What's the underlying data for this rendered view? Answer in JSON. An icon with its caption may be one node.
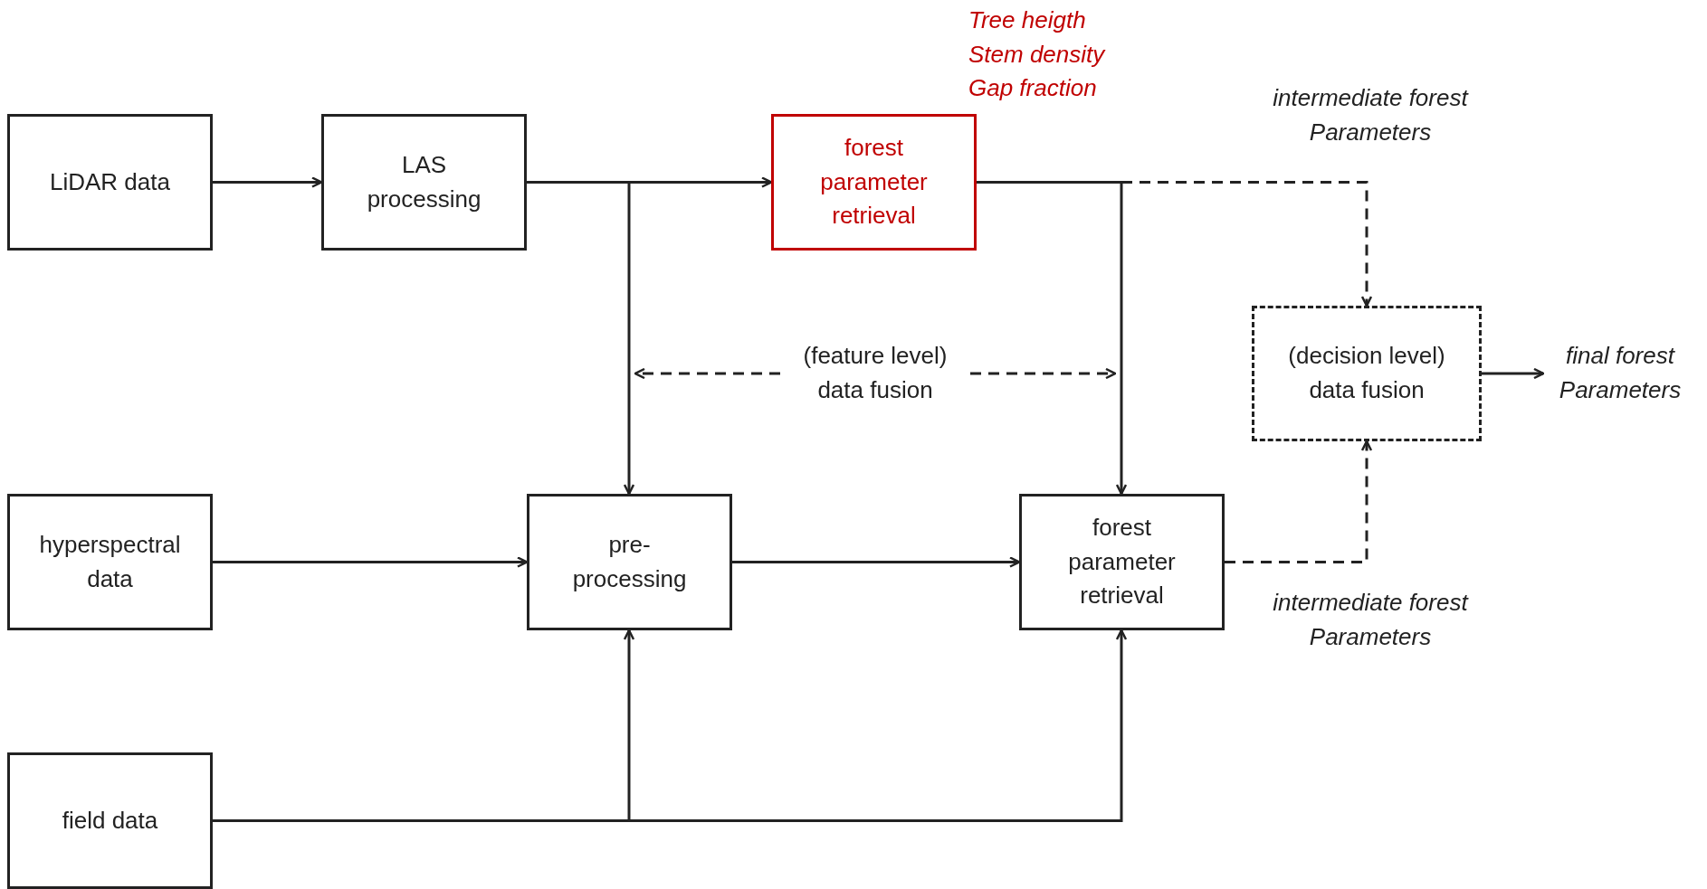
{
  "diagram": {
    "nodes": [
      {
        "text": [
          "LiDAR data"
        ]
      },
      {
        "text": [
          "LAS processing"
        ]
      },
      {
        "text": [
          "forest parameter retrieval"
        ],
        "beside": [
          "Tree heigth",
          "Stem density",
          "Gap fraction"
        ]
      },
      {
        "text": [
          "hyperspectral data"
        ]
      },
      {
        "text": [
          "pre-processing"
        ]
      },
      {
        "text": [
          "forest parameter retrieval"
        ]
      },
      {
        "text": [
          "(decision level) data fusion"
        ]
      },
      {
        "text": [
          "field data"
        ]
      },
      {
        "text": [
          "final  forest Parameters"
        ]
      },
      {
        "text": [
          "(feature level) data fusion"
        ]
      }
    ],
    "edges": [
      {
        "from": 0,
        "to": 1,
        "arrow": "to"
      },
      {
        "from": 1,
        "to": 2,
        "arrow": "to"
      },
      {
        "from": 1,
        "to": 4,
        "arrow": "to"
      },
      {
        "from": 2,
        "to": 5,
        "arrow": "to"
      },
      {
        "from": 2,
        "to": 6,
        "arrow": "to",
        "style": "dashed"
      },
      {
        "from": 3,
        "to": 4,
        "arrow": "to"
      },
      {
        "from": 4,
        "to": 5,
        "arrow": "to"
      },
      {
        "from": 5,
        "to": 6,
        "arrow": "to",
        "style": "dashed"
      },
      {
        "from": 7,
        "to": 4,
        "arrow": "to"
      },
      {
        "from": 7,
        "to": 5,
        "arrow": "to"
      },
      {
        "from": 6,
        "to": 8,
        "arrow": "to"
      },
      {
        "from": 9,
        "to": null,
        "arrow": "to",
        "style": "dashed"
      },
      {
        "from": 9,
        "to": null,
        "arrow": "to",
        "style": "dashed"
      }
    ],
    "labels": [
      "intermediate forest Parameters",
      "intermediate forest Parameters"
    ]
  }
}
